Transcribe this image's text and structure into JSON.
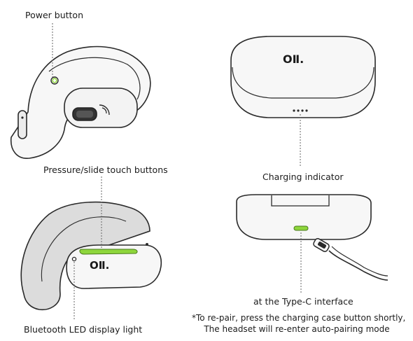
{
  "labels": {
    "power_button": "Power button",
    "touch_buttons": "Pressure/slide touch buttons",
    "charging_indicator": "Charging indicator",
    "type_c": "at the Type-C interface",
    "bluetooth_led": "Bluetooth LED display light"
  },
  "note": {
    "line1": "*To re-pair, press the charging case button shortly,",
    "line2": "The headset will re-enter auto-pairing mode"
  },
  "logo": {
    "case_lid": "OⅡ.",
    "earbud": "OⅡ."
  },
  "colors": {
    "outline": "#2a2a2a",
    "body_fill": "#f7f7f7",
    "shade_fill": "#dcdcdc",
    "led_green": "#8ed63c",
    "leader": "#666666"
  }
}
